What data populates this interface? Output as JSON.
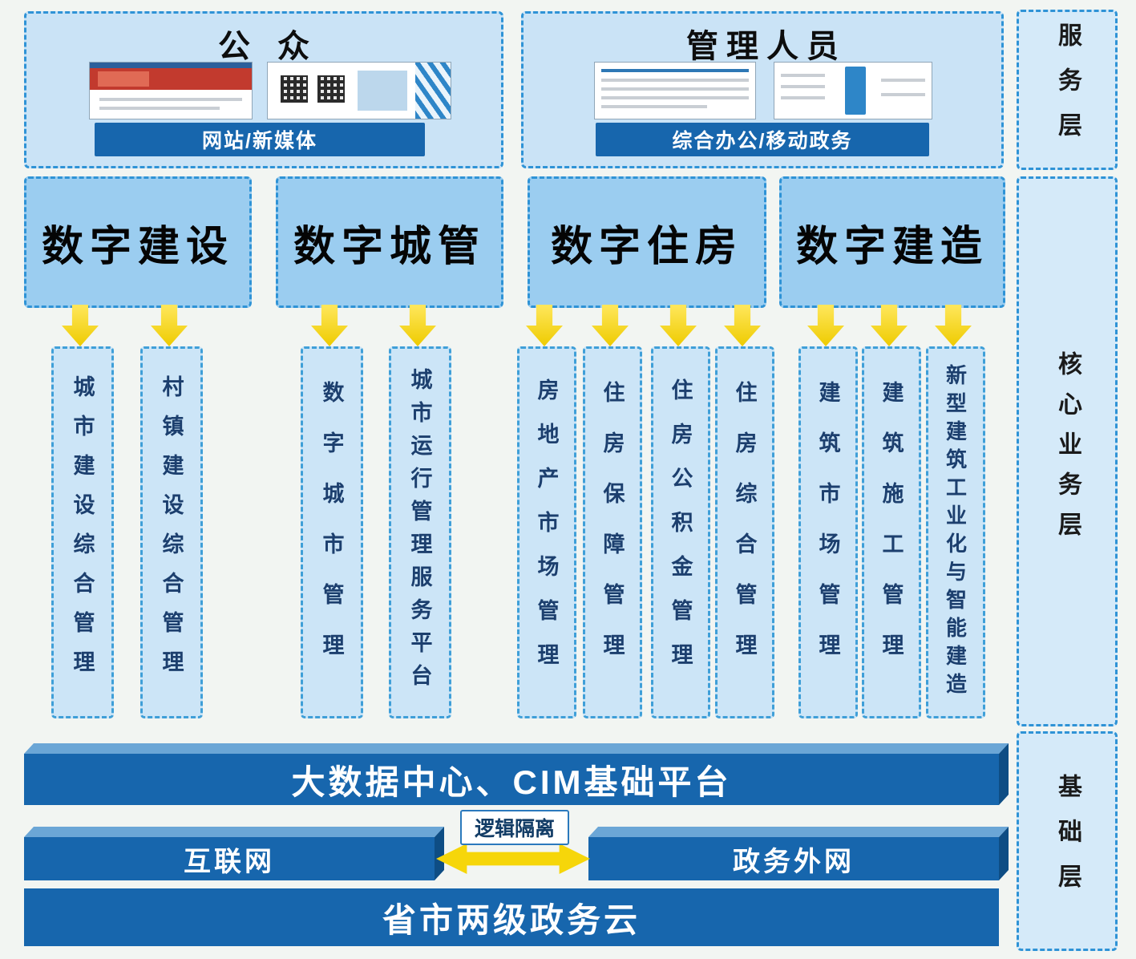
{
  "layers": {
    "service": "服务层",
    "core": "核心业务层",
    "base": "基础层"
  },
  "service_layer": {
    "public": {
      "title": "公众",
      "bar": "网站/新媒体"
    },
    "admin": {
      "title": "管理人员",
      "bar": "综合办公/移动政务"
    }
  },
  "core_layer": {
    "groups": [
      {
        "title": "数字建设",
        "columns": [
          "城市建设综合管理",
          "村镇建设综合管理"
        ]
      },
      {
        "title": "数字城管",
        "columns": [
          "数字城市管理",
          "城市运行管理服务平台"
        ]
      },
      {
        "title": "数字住房",
        "columns": [
          "房地产市场管理",
          "住房保障管理",
          "住房公积金管理",
          "住房综合管理"
        ]
      },
      {
        "title": "数字建造",
        "columns": [
          "建筑市场管理",
          "建筑施工管理",
          "新型建筑工业化与智能建造"
        ]
      }
    ]
  },
  "base_layer": {
    "platform": "大数据中心、CIM基础平台",
    "internet": "互联网",
    "gov_extranet": "政务外网",
    "isolation": "逻辑隔离",
    "cloud": "省市两级政务云"
  },
  "colors": {
    "bar_blue": "#1766ad",
    "panel_fill": "#cae3f6",
    "group_fill": "#9bcdf0",
    "border_blue": "#2f93d6",
    "arrow_yellow": "#f5d70a"
  }
}
